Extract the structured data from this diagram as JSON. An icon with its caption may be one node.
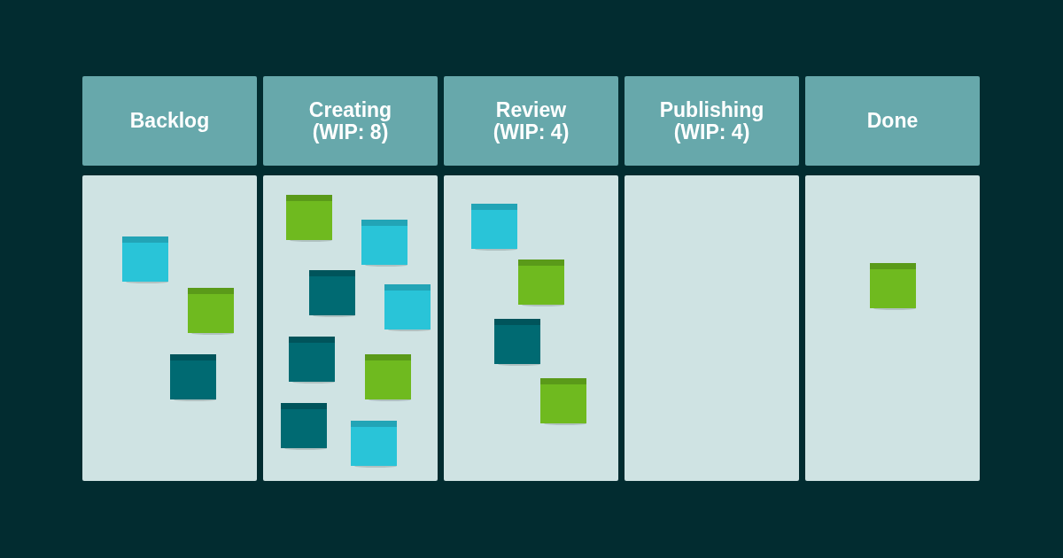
{
  "diagram": {
    "nodes": [
      {
        "text": [
          "Backlog"
        ]
      },
      {
        "text": [
          "Creating (WIP: 8)"
        ]
      },
      {
        "text": [
          "Review (WIP: 4)"
        ]
      },
      {
        "text": [
          "Publishing (WIP: 4)"
        ]
      },
      {
        "text": [
          "Done"
        ]
      }
    ]
  }
}
